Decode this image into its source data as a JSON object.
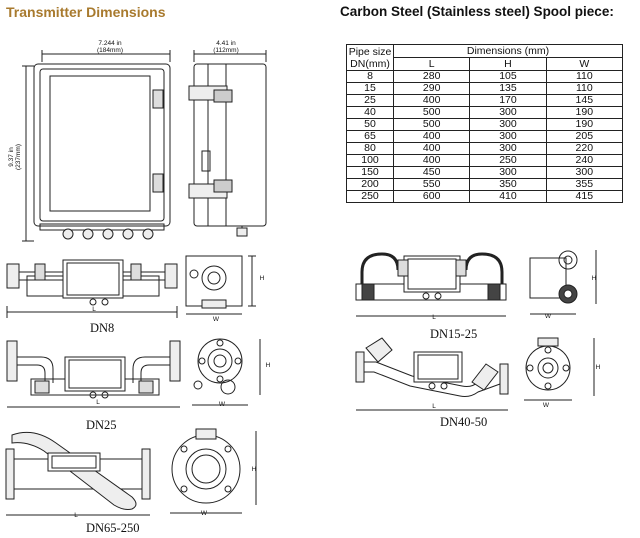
{
  "left_title": "Transmitter Dimensions",
  "right_title": "Carbon Steel (Stainless steel) Spool piece:",
  "transmitter": {
    "width_in": "7.244 in",
    "width_mm": "(184mm)",
    "depth_in": "4.41 in",
    "depth_mm": "(112mm)",
    "height_in": "9.37 in",
    "height_mm": "(237mm)"
  },
  "spool_table": {
    "header_pipe_1": "Pipe size",
    "header_pipe_2": "DN(mm)",
    "header_dims": "Dimensions (mm)",
    "col_L": "L",
    "col_H": "H",
    "col_W": "W",
    "rows": [
      [
        "8",
        "280",
        "105",
        "110"
      ],
      [
        "15",
        "290",
        "135",
        "110"
      ],
      [
        "25",
        "400",
        "170",
        "145"
      ],
      [
        "40",
        "500",
        "300",
        "190"
      ],
      [
        "50",
        "500",
        "300",
        "190"
      ],
      [
        "65",
        "400",
        "300",
        "205"
      ],
      [
        "80",
        "400",
        "300",
        "220"
      ],
      [
        "100",
        "400",
        "250",
        "240"
      ],
      [
        "150",
        "450",
        "300",
        "300"
      ],
      [
        "200",
        "550",
        "350",
        "355"
      ],
      [
        "250",
        "600",
        "410",
        "415"
      ]
    ]
  },
  "drawings": {
    "dn8": "DN8",
    "dn15_25": "DN15-25",
    "dn25": "DN25",
    "dn40_50": "DN40-50",
    "dn65_250": "DN65-250",
    "dim_L": "L",
    "dim_H": "H",
    "dim_W": "W"
  }
}
